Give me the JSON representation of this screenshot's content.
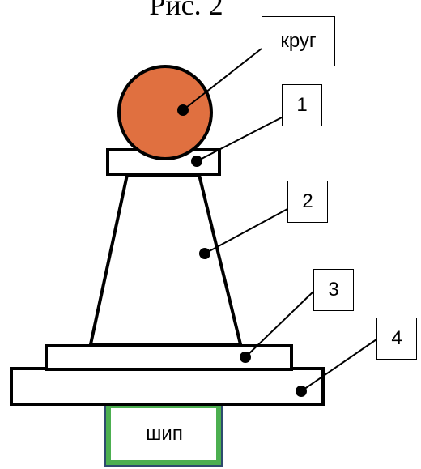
{
  "figure": {
    "title": "Рис. 2"
  },
  "labels": {
    "ball": "круг",
    "part1": "1",
    "part2": "2",
    "part3": "3",
    "part4": "4",
    "spike": "шип"
  },
  "colors": {
    "ball_fill": "#E07040",
    "spike_border": "#4CAF50",
    "outline": "#000000"
  }
}
